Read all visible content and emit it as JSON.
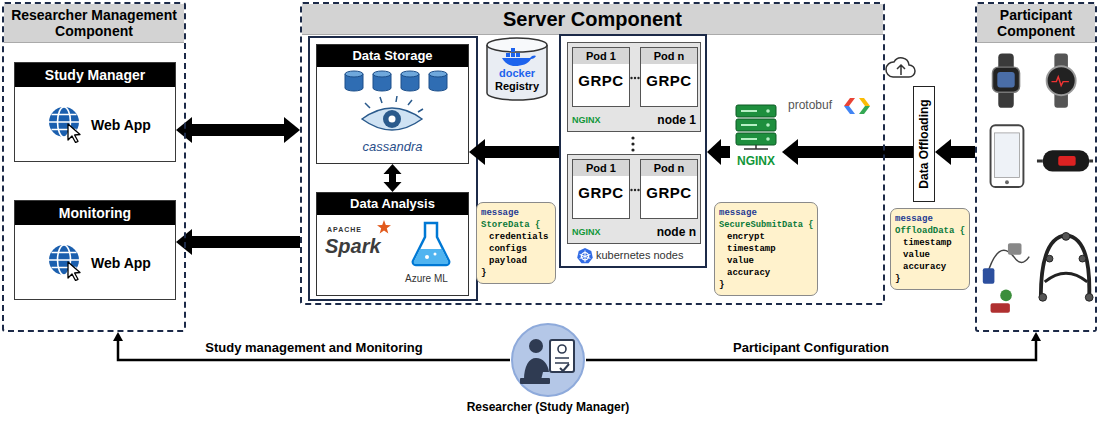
{
  "diagram": {
    "nodes": [
      {
        "text": [
          "Researcher Management Component"
        ]
      },
      {
        "text": [
          "Study Manager",
          "Web App"
        ],
        "in": 0
      },
      {
        "text": [
          "Monitoring",
          "Web App"
        ],
        "in": 0
      },
      {
        "text": [
          "Server Component"
        ]
      },
      {
        "text": [
          "Data Storage",
          "cassandra"
        ],
        "in": 3
      },
      {
        "text": [
          "Data Analysis",
          "APACHE",
          "Spark",
          "Azure ML"
        ],
        "in": 3
      },
      {
        "text": [
          "docker",
          "Registry"
        ],
        "in": 3
      },
      {
        "text": [
          "kubernetes nodes"
        ],
        "in": 3
      },
      {
        "text": [
          "NGINX",
          "node 1"
        ],
        "in": 7
      },
      {
        "text": [
          "Pod 1",
          "GRPC"
        ],
        "in": 8
      },
      {
        "text": [
          "Pod n",
          "GRPC"
        ],
        "in": 8
      },
      {
        "text": [
          "NGINX",
          "node n"
        ],
        "in": 7
      },
      {
        "text": [
          "Pod 1",
          "GRPC"
        ],
        "in": 11
      },
      {
        "text": [
          "Pod n",
          "GRPC"
        ],
        "in": 11
      },
      {
        "text": [
          "message",
          "StoreData {",
          "credentials",
          "configs",
          "payload",
          "}"
        ],
        "in": 3
      },
      {
        "text": [
          "NGINX"
        ],
        "in": 3
      },
      {
        "text": [
          "protobuf"
        ],
        "in": 3
      },
      {
        "text": [
          "message",
          "SecureSubmitData {",
          "encrypt",
          "timestamp",
          "value",
          "accuracy",
          "}"
        ],
        "in": 3
      },
      {
        "text": [
          "Data Offloading"
        ]
      },
      {
        "text": [
          "message",
          "OffloadData {",
          "timestamp",
          "value",
          "accuracy",
          "}"
        ]
      },
      {
        "text": [
          "Participant Component"
        ]
      },
      {
        "text": [
          "Researcher (Study Manager)"
        ]
      }
    ],
    "edges": [
      {
        "from": 1,
        "to": 3,
        "arrow": "both"
      },
      {
        "from": 3,
        "to": 2,
        "arrow": "to"
      },
      {
        "from": 4,
        "to": 5,
        "arrow": "both"
      },
      {
        "from": 7,
        "to": 4,
        "arrow": "to"
      },
      {
        "from": 15,
        "to": 7,
        "arrow": "to"
      },
      {
        "from": 18,
        "to": 15,
        "arrow": "to"
      },
      {
        "from": 20,
        "to": 18,
        "arrow": "to"
      },
      {
        "from": 21,
        "to": 0,
        "label": "Study management and Monitoring",
        "arrow": "to"
      },
      {
        "from": 21,
        "to": 20,
        "label": "Participant Configuration",
        "arrow": "to"
      }
    ]
  }
}
